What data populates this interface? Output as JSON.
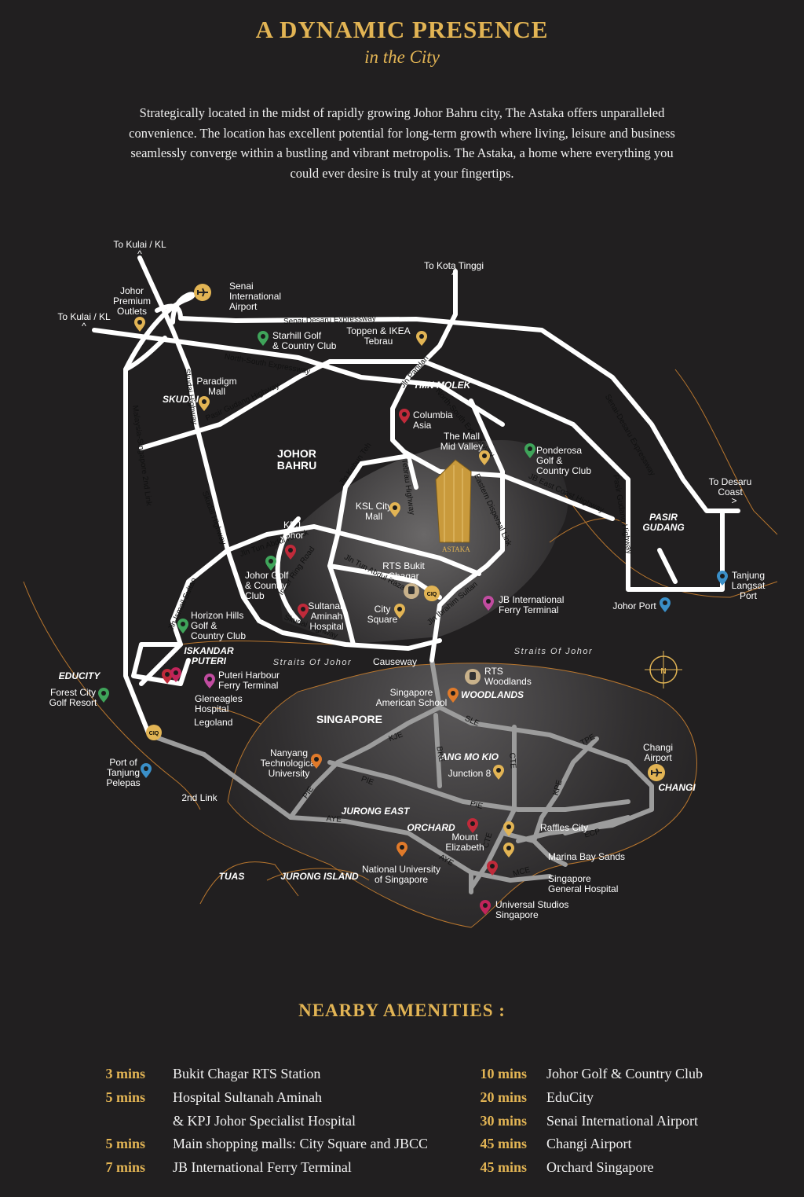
{
  "header": {
    "title": "A DYNAMIC PRESENCE",
    "subtitle": "in the City",
    "intro": "Strategically located in the midst of rapidly growing Johor Bahru city, The Astaka offers unparalleled convenience.  The location has excellent potential for long-term growth where living, leisure and business seamlessly converge within a bustling and vibrant metropolis. The Astaka, a home where everything you could ever desire is truly at your fingertips."
  },
  "map": {
    "regions": {
      "johor_bahru": "JOHOR\nBAHRU",
      "singapore": "SINGAPORE"
    },
    "directions": [
      {
        "id": "kulai_kl_north",
        "text": "To Kulai / KL",
        "arrow": "^"
      },
      {
        "id": "kulai_kl_west",
        "text": "To Kulai / KL",
        "arrow": "^"
      },
      {
        "id": "kota_tinggi",
        "text": "To Kota Tinggi",
        "arrow": "^"
      },
      {
        "id": "desaru",
        "text": "To Desaru\nCoast",
        "arrow": ">"
      }
    ],
    "areas": [
      "SKUDAI",
      "TMN MOLEK",
      "PASIR\nGUDANG",
      "ISKANDAR\nPUTERI",
      "EDUCITY",
      "WOODLANDS",
      "ANG MO KIO",
      "CHANGI",
      "JURONG EAST",
      "ORCHARD",
      "TUAS",
      "JURONG ISLAND"
    ],
    "straits": [
      "Straits Of Johor",
      "Straits Of Johor"
    ],
    "roads": [
      "Senai-Desaru Expressway",
      "North-South Expressway",
      "Pasir Gudang Highway",
      "Skudai Highway",
      "Malaysia-Singapore 2nd Link",
      "Jln Pandan",
      "North-South Expressway",
      "Jln Kebun Teh",
      "Tebrau Highway",
      "JB East Coast Highway",
      "Eastern Dispersal Link",
      "Jln Tun Abdul Razak",
      "Inner Ring Road",
      "Jln Tun Abdul Razak",
      "Jln Ibrahim Sultan",
      "Skudai Highway",
      "Jln Ismail Sultan",
      "Skudai Highway",
      "Senai-Desaru Expressway",
      "Pasir Gudang Highway"
    ],
    "sg_roads": [
      "SLE",
      "KJE",
      "BKE",
      "CTE",
      "TPE",
      "KPE",
      "PIE",
      "PIE",
      "PIE",
      "AYE",
      "AYE",
      "CTE",
      "ECP",
      "MCE"
    ],
    "pois": [
      {
        "id": "senai",
        "text": "Senai\nInternational\nAirport",
        "icon": "airport-icon"
      },
      {
        "id": "premium",
        "text": "Johor\nPremium\nOutlets",
        "icon": "mall-icon"
      },
      {
        "id": "starhill",
        "text": "Starhill Golf\n& Country Club",
        "icon": "golf-icon"
      },
      {
        "id": "toppen",
        "text": "Toppen & IKEA\nTebrau",
        "icon": "mall-icon"
      },
      {
        "id": "paradigm",
        "text": "Paradigm\nMall",
        "icon": "mall-icon"
      },
      {
        "id": "columbia",
        "text": "Columbia\nAsia",
        "icon": "hospital-icon"
      },
      {
        "id": "midvalley",
        "text": "The Mall\nMid Valley",
        "icon": "mall-icon"
      },
      {
        "id": "ponderosa",
        "text": "Ponderosa\nGolf &\nCountry Club",
        "icon": "golf-icon"
      },
      {
        "id": "ksl",
        "text": "KSL City\nMall",
        "icon": "mall-icon"
      },
      {
        "id": "kpj",
        "text": "KPJ\nJohor",
        "icon": "hospital-icon"
      },
      {
        "id": "jgcc",
        "text": "Johor Golf\n& Country\nClub",
        "icon": "golf-icon"
      },
      {
        "id": "rts_chagar",
        "text": "RTS Bukit\nChagar",
        "icon": "rail-icon"
      },
      {
        "id": "sultanah",
        "text": "Sultanah\nAminah\nHospital",
        "icon": "hospital-icon"
      },
      {
        "id": "citysquare",
        "text": "City\nSquare",
        "icon": "mall-icon"
      },
      {
        "id": "jbferry",
        "text": "JB International\nFerry Terminal",
        "icon": "ferry-icon"
      },
      {
        "id": "tanjunglangsat",
        "text": "Tanjung\nLangsat\nPort",
        "icon": "port-icon"
      },
      {
        "id": "johorport",
        "text": "Johor Port",
        "icon": "port-icon"
      },
      {
        "id": "horizon",
        "text": "Horizon Hills\nGolf &\nCountry Club",
        "icon": "golf-icon"
      },
      {
        "id": "puteriharbour",
        "text": "Puteri Harbour\nFerry Terminal",
        "icon": "ferry-icon"
      },
      {
        "id": "forestcity",
        "text": "Forest City\nGolf Resort",
        "icon": "golf-icon"
      },
      {
        "id": "gleneagles",
        "text": "Gleneagles\nHospital",
        "icon": "hospital-icon"
      },
      {
        "id": "legoland",
        "text": "Legoland",
        "icon": "theme-park-icon"
      },
      {
        "id": "tanjungpelepas",
        "text": "Port of\nTanjung\nPelepas",
        "icon": "port-icon"
      },
      {
        "id": "secondlink",
        "text": "2nd Link",
        "icon": ""
      },
      {
        "id": "causeway",
        "text": "Causeway",
        "icon": ""
      },
      {
        "id": "rts_woodlands",
        "text": "RTS\nWoodlands",
        "icon": "rail-icon"
      },
      {
        "id": "sas",
        "text": "Singapore\nAmerican School",
        "icon": "school-icon"
      },
      {
        "id": "ntu",
        "text": "Nanyang\nTechnological\nUniversity",
        "icon": "school-icon"
      },
      {
        "id": "junction8",
        "text": "Junction 8",
        "icon": "mall-icon"
      },
      {
        "id": "changiairport",
        "text": "Changi\nAirport",
        "icon": "airport-icon"
      },
      {
        "id": "raffles",
        "text": "Raffles City",
        "icon": "mall-icon"
      },
      {
        "id": "mountelizabeth",
        "text": "Mount\nElizabeth",
        "icon": "hospital-icon"
      },
      {
        "id": "mbs",
        "text": "Marina Bay Sands",
        "icon": "mall-icon"
      },
      {
        "id": "nus",
        "text": "National University\nof Singapore",
        "icon": "school-icon"
      },
      {
        "id": "sgh",
        "text": "Singapore\nGeneral Hospital",
        "icon": "hospital-icon"
      },
      {
        "id": "uss",
        "text": "Universal Studios\nSingapore",
        "icon": "theme-park-icon"
      }
    ],
    "ciq": "CIQ",
    "tower_label": "ASTAKA",
    "compass": "N",
    "colors": {
      "road_jb": "#ffffff",
      "road_sg": "#9c9c9c",
      "gold": "#e2b454",
      "coast": "#b8762e"
    }
  },
  "amenities": {
    "title": "NEARBY AMENITIES :",
    "left": [
      {
        "time": "3 mins",
        "place": "Bukit Chagar RTS Station"
      },
      {
        "time": "5 mins",
        "place": "Hospital Sultanah Aminah"
      },
      {
        "time": "",
        "place": "& KPJ Johor Specialist Hospital"
      },
      {
        "time": "5 mins",
        "place": "Main shopping malls: City Square and JBCC"
      },
      {
        "time": "7 mins",
        "place": "JB International Ferry Terminal"
      }
    ],
    "right": [
      {
        "time": "10 mins",
        "place": "Johor Golf & Country Club"
      },
      {
        "time": "20 mins",
        "place": "EduCity"
      },
      {
        "time": "30 mins",
        "place": "Senai International Airport"
      },
      {
        "time": "45 mins",
        "place": "Changi Airport"
      },
      {
        "time": "45 mins",
        "place": "Orchard Singapore"
      }
    ]
  }
}
